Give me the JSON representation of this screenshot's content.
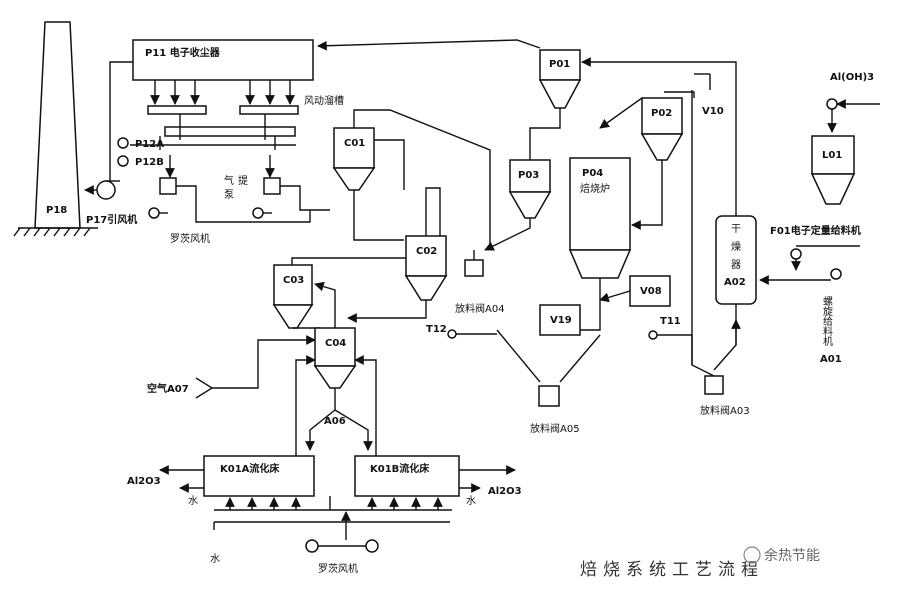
{
  "title": "焙烧系统工艺流程",
  "watermark": "余热节能",
  "labels": {
    "p11": "P11 电子收尘器",
    "fengdong": "风动溜槽",
    "p12a": "P12A",
    "p12b": "P12B",
    "qiti_a": "气",
    "qiti_b": "提",
    "qiti_c": "泵",
    "p17": "P17引风机",
    "p18": "P18",
    "luoci_top": "罗茨风机",
    "luoci_bottom": "罗茨风机",
    "p01": "P01",
    "p02": "P02",
    "p03": "P03",
    "p04a": "P04",
    "p04b": "焙烧炉",
    "v10": "V10",
    "c01": "C01",
    "c02": "C02",
    "c03": "C03",
    "c04": "C04",
    "a04": "放料阀A04",
    "a05": "放料阀A05",
    "a03": "放料阀A03",
    "a06": "A06",
    "a07": "空气A07",
    "v08": "V08",
    "v19": "V19",
    "t11": "T11",
    "t12": "T12",
    "dryer1": "干",
    "dryer2": "燥",
    "dryer3": "器",
    "a02": "A02",
    "aloh": "Al(OH)3",
    "l01": "L01",
    "f01": "F01电子定量给料机",
    "screw": "螺旋给料机",
    "a01": "A01",
    "k01a": "K01A流化床",
    "k01b": "K01B流化床",
    "al2o3_left": "Al2O3",
    "al2o3_right": "Al2O3",
    "water_left": "水",
    "water_right": "水",
    "water_bottom": "水"
  }
}
